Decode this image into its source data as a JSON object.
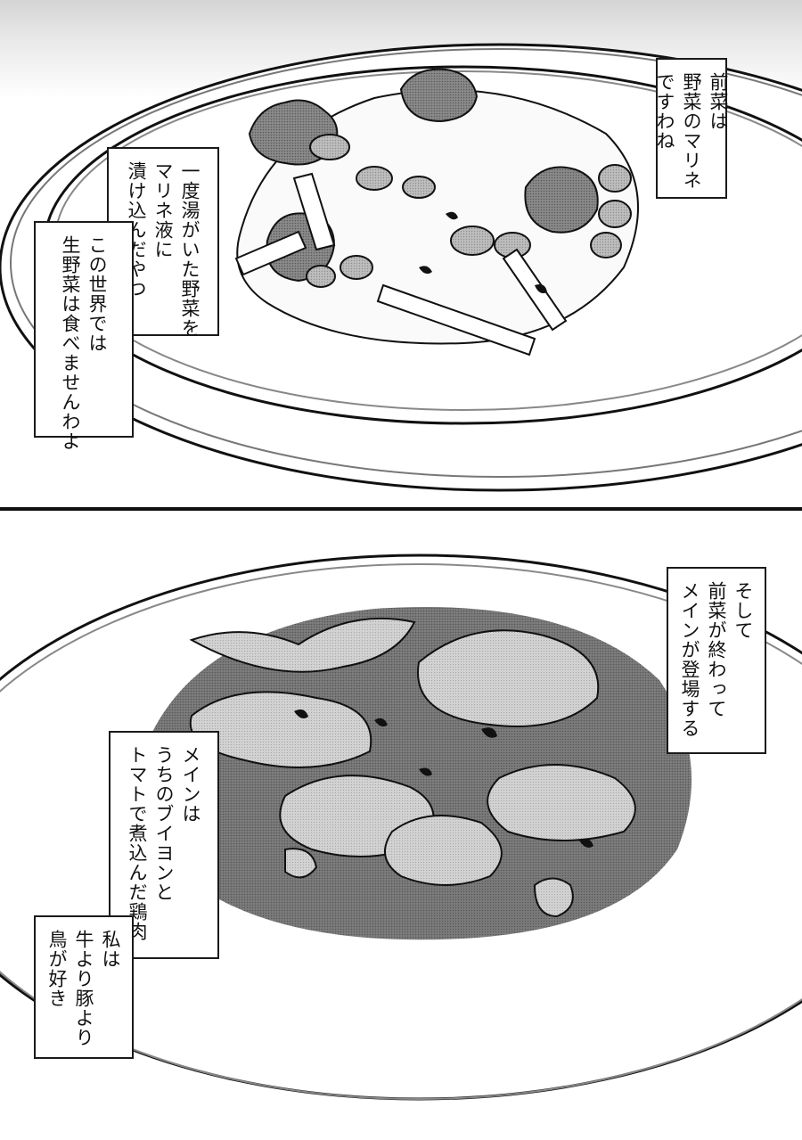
{
  "page": {
    "type": "manga-page",
    "panel_count": 2,
    "colors": {
      "ink": "#111111",
      "paper": "#ffffff",
      "screentone_dark": "#6e6e6e",
      "screentone_light": "#c8c8c8"
    }
  },
  "panels": [
    {
      "id": "panel-1",
      "scene": "appetizer plate: marinated vegetables (broccoli, mushrooms, carrot sticks)",
      "captions": [
        {
          "lines": [
            "前菜は",
            "野菜のマリネ",
            "ですわね"
          ]
        },
        {
          "lines": [
            "一度湯がいた野菜を",
            "マリネ液に",
            "漬け込んだやつ"
          ]
        },
        {
          "lines": [
            "この世界では",
            "生野菜は食べませんわよ"
          ]
        }
      ]
    },
    {
      "id": "panel-2",
      "scene": "main dish plate: chicken stewed in tomato and bouillon",
      "captions": [
        {
          "lines": [
            "そして",
            "前菜が終わって",
            "メインが登場する"
          ]
        },
        {
          "lines": [
            "メインは",
            "うちのブイヨンと",
            "トマトで煮込んだ鶏肉"
          ]
        },
        {
          "lines": [
            "私は",
            "牛より豚より",
            "鳥が好き"
          ]
        }
      ]
    }
  ]
}
